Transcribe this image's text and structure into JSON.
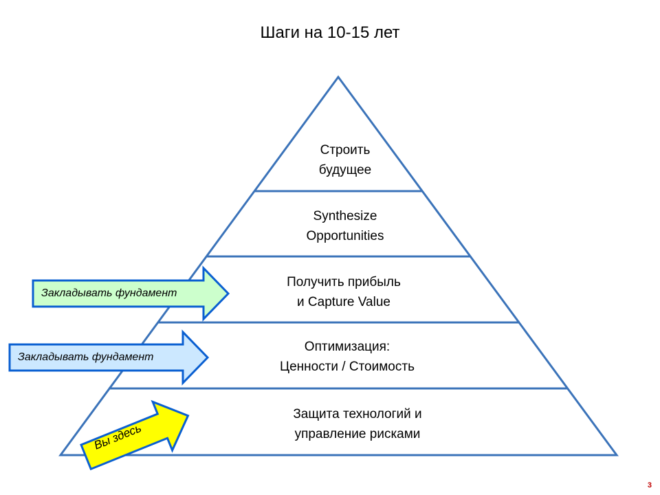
{
  "slide": {
    "title": "Шаги на 10-15 лет",
    "page_number": "3"
  },
  "pyramid": {
    "levels": [
      {
        "line1": "Строить",
        "line2": "будущее"
      },
      {
        "line1": "Synthesize",
        "line2": "Opportunities"
      },
      {
        "line1": "Получить прибыль",
        "line2": "и Capture Value"
      },
      {
        "line1": "Оптимизация:",
        "line2": "Ценности / Стоимость"
      },
      {
        "line1": "Защита технологий и",
        "line2": "управление рисками"
      }
    ],
    "colors": {
      "outline": "#3b73b9",
      "fill": "#ffffff"
    }
  },
  "arrows": [
    {
      "label": "Закладывать фундамент",
      "fill": "#ccffcc",
      "stroke": "#0a5fd1",
      "icon": "right-arrow-icon"
    },
    {
      "label": "Закладывать фундамент",
      "fill": "#cce8ff",
      "stroke": "#0a5fd1",
      "icon": "right-arrow-icon"
    },
    {
      "label": "Вы здесь",
      "fill": "#ffff00",
      "stroke": "#0a5fd1",
      "icon": "right-arrow-icon"
    }
  ]
}
